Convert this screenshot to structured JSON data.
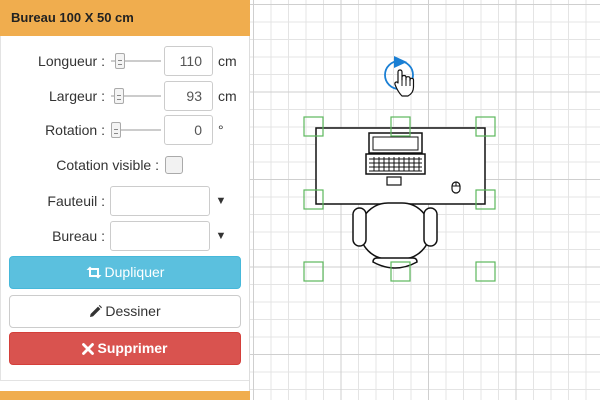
{
  "panel": {
    "title": "Bureau 100 X 50 cm",
    "fields": {
      "longueur": {
        "label": "Longueur :",
        "value": "110",
        "unit": "cm",
        "slider_fraction": 0.1
      },
      "largeur": {
        "label": "Largeur :",
        "value": "93",
        "unit": "cm",
        "slider_fraction": 0.08
      },
      "rotation": {
        "label": "Rotation :",
        "value": "0",
        "unit": "°",
        "slider_fraction": 0.0
      }
    },
    "cotation": {
      "label": "Cotation visible :",
      "checked": false
    },
    "fauteuil": {
      "label": "Fauteuil :",
      "value": ""
    },
    "bureau": {
      "label": "Bureau :",
      "value": ""
    },
    "caret": "▼",
    "buttons": {
      "dupliquer": "Dupliquer",
      "dessiner": "Dessiner",
      "supprimer": "Supprimer"
    }
  },
  "icons": {
    "dupliquer": "retweet-icon",
    "dessiner": "pencil-icon",
    "supprimer": "close-icon",
    "rotate": "rotate-icon",
    "cursor": "hand-pointer-icon"
  },
  "colors": {
    "header": "#f0ad4e",
    "info": "#5bc0de",
    "danger": "#d9534f",
    "handle": "#4caf50",
    "rotate": "#1a7fd4"
  }
}
